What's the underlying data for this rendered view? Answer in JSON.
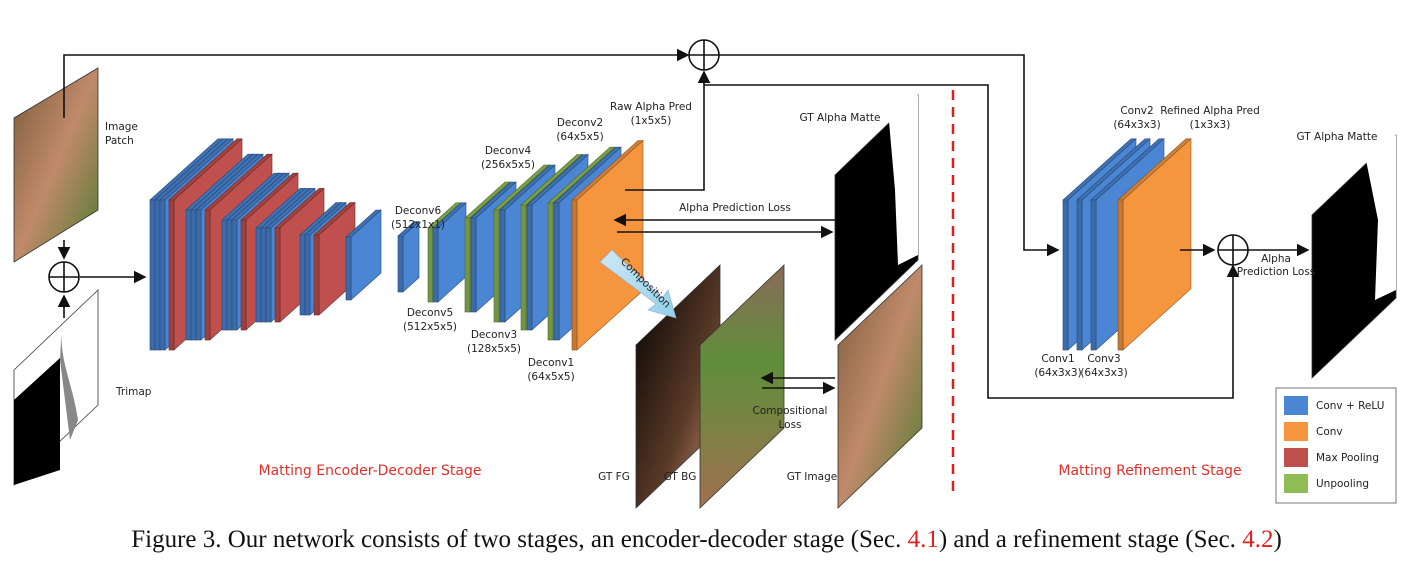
{
  "colors": {
    "conv_relu": "#4a86d4",
    "conv": "#f5963f",
    "max_pooling": "#c0504d",
    "unpooling": "#8fbc55",
    "stage_label": "#e0302a",
    "separator": "#e02020"
  },
  "labels": {
    "image_patch": [
      "Image",
      "Patch"
    ],
    "trimap": "Trimap",
    "deconv6": [
      "Deconv6",
      "(512x1x1)"
    ],
    "deconv5": [
      "Deconv5",
      "(512x5x5)"
    ],
    "deconv4": [
      "Deconv4",
      "(256x5x5)"
    ],
    "deconv3": [
      "Deconv3",
      "(128x5x5)"
    ],
    "deconv2": [
      "Deconv2",
      "(64x5x5)"
    ],
    "deconv1": [
      "Deconv1",
      "(64x5x5)"
    ],
    "raw_alpha": [
      "Raw Alpha Pred",
      "(1x5x5)"
    ],
    "gt_alpha_matte_1": "GT Alpha Matte",
    "alpha_prediction_loss_1": "Alpha Prediction Loss",
    "composition": "Composition",
    "gt_fg": "GT FG",
    "gt_bg": "GT BG",
    "gt_image": "GT Image",
    "compositional_loss": [
      "Compositional",
      "Loss"
    ],
    "conv1": [
      "Conv1",
      "(64x3x3)"
    ],
    "conv2": [
      "Conv2",
      "(64x3x3)"
    ],
    "conv3": [
      "Conv3",
      "(64x3x3)"
    ],
    "refined_alpha": [
      "Refined Alpha Pred",
      "(1x3x3)"
    ],
    "gt_alpha_matte_2": "GT Alpha Matte",
    "alpha_prediction_loss_2": [
      "Alpha",
      "Prediction Loss"
    ],
    "encoder_decoder_stage": "Matting Encoder-Decoder Stage",
    "refinement_stage": "Matting Refinement Stage"
  },
  "legend": [
    {
      "label": "Conv + ReLU",
      "color": "#4a86d4"
    },
    {
      "label": "Conv",
      "color": "#f5963f"
    },
    {
      "label": "Max Pooling",
      "color": "#c0504d"
    },
    {
      "label": "Unpooling",
      "color": "#8fbc55"
    }
  ],
  "caption": {
    "text1": "Figure 3. Our network consists of two stages, an encoder-decoder stage (Sec. ",
    "ref1": "4.1",
    "text2": ") and a refinement stage (Sec. ",
    "ref2": "4.2",
    "text3": ")"
  }
}
